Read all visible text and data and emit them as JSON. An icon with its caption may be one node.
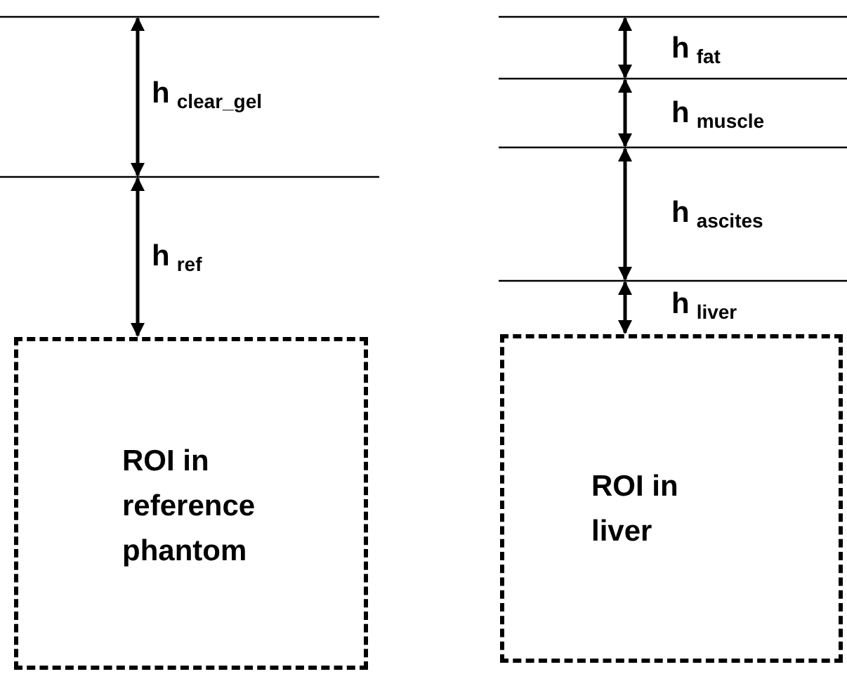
{
  "diagram": {
    "nodes": [
      {
        "text": [
          "ROI in reference phantom"
        ]
      },
      {
        "text": [
          "ROI in liver"
        ]
      }
    ],
    "labels": [
      "h$_{clear_gel}$",
      "h$_{ref}$",
      "h$_{fat}$",
      "h$_{muscle}$",
      "h$_{ascites}$",
      "h$_{liver}$"
    ]
  }
}
